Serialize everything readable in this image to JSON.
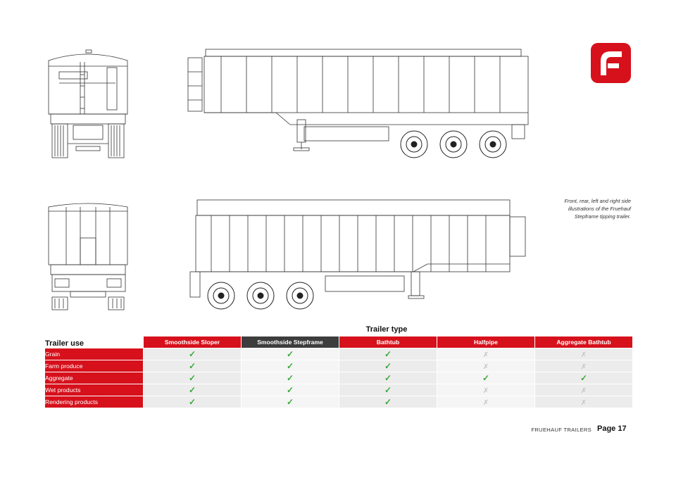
{
  "caption": {
    "line1": "Front, rear, left and right side",
    "line2": "illustrations of the Fruehauf",
    "line3": "Stepframe tipping trailer."
  },
  "table": {
    "title": "Trailer type",
    "row_header": "Trailer use",
    "columns": [
      "Smoothside Sloper",
      "Smoothside Stepframe",
      "Bathtub",
      "Halfpipe",
      "Aggregate Bathtub"
    ],
    "highlighted_column": "Smoothside Stepframe",
    "rows": [
      {
        "label": "Grain",
        "values": [
          "✓",
          "✓",
          "✓",
          "✗",
          "✗"
        ]
      },
      {
        "label": "Farm produce",
        "values": [
          "✓",
          "✓",
          "✓",
          "✗",
          "✗"
        ]
      },
      {
        "label": "Aggregate",
        "values": [
          "✓",
          "✓",
          "✓",
          "✓",
          "✓"
        ]
      },
      {
        "label": "Wet products",
        "values": [
          "✓",
          "✓",
          "✓",
          "✗",
          "✗"
        ]
      },
      {
        "label": "Rendering products",
        "values": [
          "✓",
          "✓",
          "✓",
          "✗",
          "✗"
        ]
      }
    ]
  },
  "footer": {
    "brand": "FRUEHAUF TRAILERS",
    "page": "Page 17"
  },
  "colors": {
    "brand_red": "#d6111c",
    "highlight_dark": "#3d3d3d",
    "tick_green": "#3aa83a",
    "cross_grey": "#c3c3c3"
  }
}
